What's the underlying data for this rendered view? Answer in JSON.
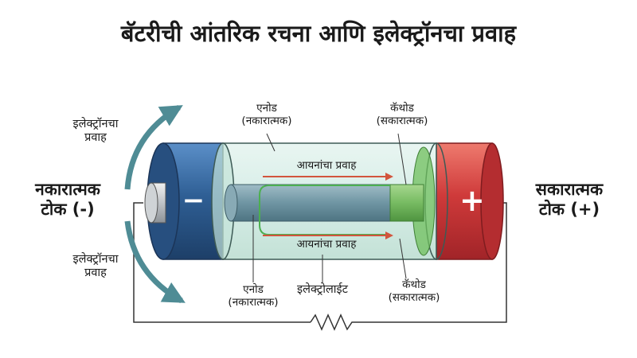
{
  "title": "बॅटरीची आंतरिक रचना आणि इलेक्ट्रॉनचा प्रवाह",
  "terminals": {
    "negative": {
      "line1": "नकारात्मक",
      "line2": "टोक (-)",
      "symbol": "−"
    },
    "positive": {
      "line1": "सकारात्मक",
      "line2": "टोक (+)",
      "symbol": "+"
    }
  },
  "electron_flow_top": {
    "line1": "इलेक्ट्रॉनचा",
    "line2": "प्रवाह"
  },
  "electron_flow_bottom": {
    "line1": "इलेक्ट्रॉनचा",
    "line2": "प्रवाह"
  },
  "anode_top": {
    "name": "एनोड",
    "charge": "(नकारात्मक)"
  },
  "cathode_top": {
    "name": "कॅथोड",
    "charge": "(सकारात्मक)"
  },
  "anode_bottom": {
    "name": "एनोड",
    "charge": "(नकारात्मक)"
  },
  "cathode_bottom": {
    "name": "कॅथोड",
    "charge": "(सकारात्मक)"
  },
  "electrolyte": "इलेक्ट्रोलाईट",
  "ion_flow_top": "आयनांचा प्रवाह",
  "ion_flow_bottom": "आयनांचा प्रवाह",
  "colors": {
    "negative_cap": "#2f5f95",
    "positive_cap": "#cf3a3a",
    "electrolyte": "#cfeae3",
    "anode_rod": "#6f95a3",
    "cathode_rod": "#77bb62",
    "flow_arrow": "#4f8c95",
    "ion_arrow": "#d2553d"
  }
}
